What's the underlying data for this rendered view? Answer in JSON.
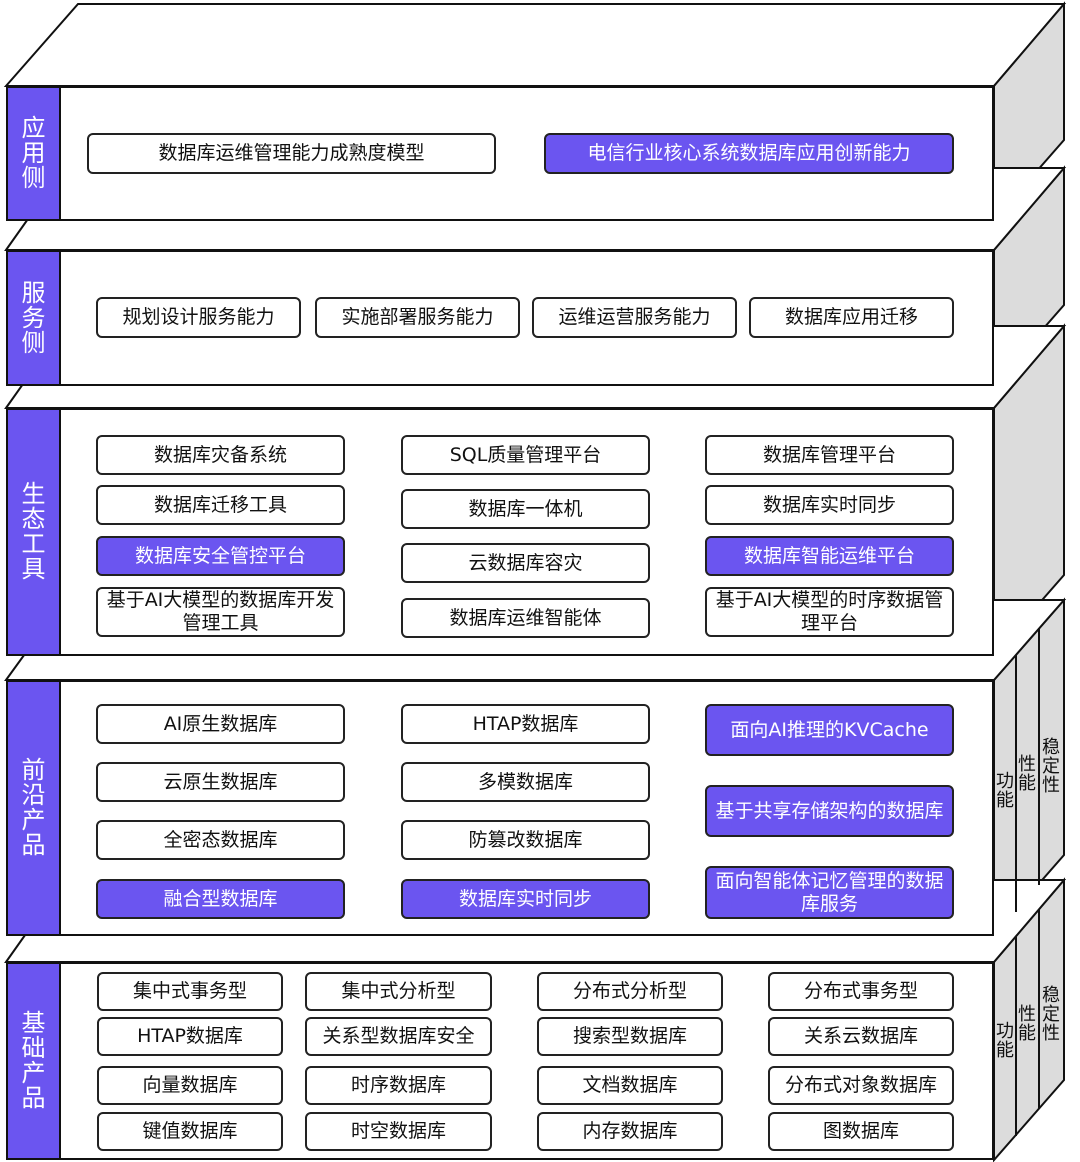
{
  "colors": {
    "accent": "#6b55f0",
    "outline": "#111111",
    "side_face": "#dcdcdc"
  },
  "layers": {
    "app": {
      "label": "应用侧",
      "items": [
        {
          "text": "数据库运维管理能力成熟度模型",
          "highlight": false
        },
        {
          "text": "电信行业核心系统数据库应用创新能力",
          "highlight": true
        }
      ]
    },
    "service": {
      "label": "服务侧",
      "items": [
        {
          "text": "规划设计服务能力",
          "highlight": false
        },
        {
          "text": "实施部署服务能力",
          "highlight": false
        },
        {
          "text": "运维运营服务能力",
          "highlight": false
        },
        {
          "text": "数据库应用迁移",
          "highlight": false
        }
      ]
    },
    "eco": {
      "label": "生态工具",
      "items": [
        {
          "text": "数据库灾备系统",
          "highlight": false
        },
        {
          "text": "数据库迁移工具",
          "highlight": false
        },
        {
          "text": "数据库安全管控平台",
          "highlight": true
        },
        {
          "text": "基于AI大模型的数据库开发管理工具",
          "highlight": false
        },
        {
          "text": "SQL质量管理平台",
          "highlight": false
        },
        {
          "text": "数据库一体机",
          "highlight": false
        },
        {
          "text": "云数据库容灾",
          "highlight": false
        },
        {
          "text": "数据库运维智能体",
          "highlight": false
        },
        {
          "text": "数据库管理平台",
          "highlight": false
        },
        {
          "text": "数据库实时同步",
          "highlight": false
        },
        {
          "text": "数据库智能运维平台",
          "highlight": true
        },
        {
          "text": "基于AI大模型的时序数据管理平台",
          "highlight": false
        }
      ]
    },
    "frontier": {
      "label": "前沿产品",
      "items": [
        {
          "text": "AI原生数据库",
          "highlight": false
        },
        {
          "text": "云原生数据库",
          "highlight": false
        },
        {
          "text": "全密态数据库",
          "highlight": false
        },
        {
          "text": "融合型数据库",
          "highlight": true
        },
        {
          "text": "HTAP数据库",
          "highlight": false
        },
        {
          "text": "多模数据库",
          "highlight": false
        },
        {
          "text": "防篡改数据库",
          "highlight": false
        },
        {
          "text": "数据库实时同步",
          "highlight": true
        },
        {
          "text": "面向AI推理的KVCache",
          "highlight": true
        },
        {
          "text": "基于共享存储架构的数据库",
          "highlight": true
        },
        {
          "text": "面向智能体记忆管理的数据库服务",
          "highlight": true
        }
      ],
      "side_labels": [
        "功能",
        "性能",
        "稳定性"
      ]
    },
    "base": {
      "label": "基础产品",
      "items": [
        {
          "text": "集中式事务型",
          "highlight": false
        },
        {
          "text": "HTAP数据库",
          "highlight": false
        },
        {
          "text": "向量数据库",
          "highlight": false
        },
        {
          "text": "键值数据库",
          "highlight": false
        },
        {
          "text": "集中式分析型",
          "highlight": false
        },
        {
          "text": "关系型数据库安全",
          "highlight": false
        },
        {
          "text": "时序数据库",
          "highlight": false
        },
        {
          "text": "时空数据库",
          "highlight": false
        },
        {
          "text": "分布式分析型",
          "highlight": false
        },
        {
          "text": "搜索型数据库",
          "highlight": false
        },
        {
          "text": "文档数据库",
          "highlight": false
        },
        {
          "text": "内存数据库",
          "highlight": false
        },
        {
          "text": "分布式事务型",
          "highlight": false
        },
        {
          "text": "关系云数据库",
          "highlight": false
        },
        {
          "text": "分布式对象数据库",
          "highlight": false
        },
        {
          "text": "图数据库",
          "highlight": false
        }
      ],
      "side_labels": [
        "功能",
        "性能",
        "稳定性"
      ]
    }
  }
}
